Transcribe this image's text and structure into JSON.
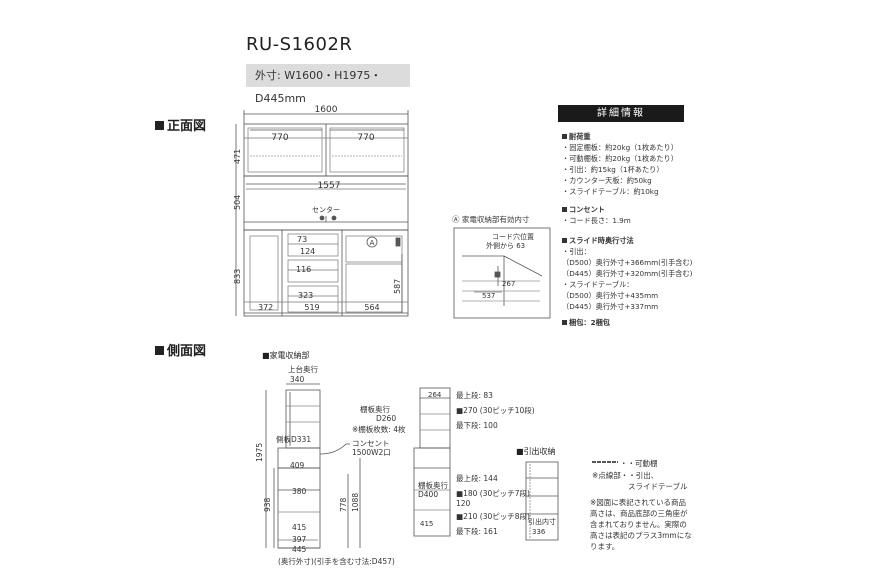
{
  "model": "RU-S1602R",
  "outer_dims": "外寸: W1600・H1975・D445mm",
  "sections": {
    "front": "正面図",
    "side": "側面図",
    "appliance": "家電収納部",
    "drawer": "引出収納"
  },
  "detail": {
    "title": "詳細情報",
    "lines": [
      {
        "text": "耐荷重",
        "head": true
      },
      {
        "text": "・固定棚板：約20kg（1枚あたり）"
      },
      {
        "text": "・可動棚板：約20kg（1枚あたり）"
      },
      {
        "text": "・引出：約15kg（1杯あたり）"
      },
      {
        "text": "・カウンター天板：約50kg"
      },
      {
        "text": "・スライドテーブル：約10kg"
      },
      {
        "text": "コンセント",
        "head": true
      },
      {
        "text": "・コード長さ：1.9m"
      },
      {
        "text": "スライド時奥行寸法",
        "head": true
      },
      {
        "text": "・引出："
      },
      {
        "text": "（D500）奥行外寸+366mm(引手含む)"
      },
      {
        "text": "（D445）奥行外寸+320mm(引手含む)"
      },
      {
        "text": "・スライドテーブル："
      },
      {
        "text": "（D500）奥行外寸+435mm"
      },
      {
        "text": "（D445）奥行外寸+337mm"
      },
      {
        "text": "梱包：2梱包",
        "head": true
      }
    ]
  },
  "front_dims": {
    "total_width": "1600",
    "upper_left": "770",
    "upper_right": "770",
    "upper_height": "471",
    "counter_width": "1557",
    "counter_height": "504",
    "center_label": "センター",
    "lower_height": "833",
    "d73": "73",
    "d124": "124",
    "d116": "116",
    "d323": "323",
    "d372": "372",
    "d519": "519",
    "d564": "564",
    "d587": "587",
    "outlet_mark": "A"
  },
  "inset": {
    "title": "Ⓐ 家電収納部有効内寸",
    "note_line1": "コード穴位置",
    "note_line2": "外側から 63",
    "d267": "267",
    "d537": "537"
  },
  "side_dims": {
    "upper_depth_label": "上台奥行",
    "upper_depth": "340",
    "total_height": "1975",
    "side_plate": "側板D331",
    "outlet_label": "コンセント",
    "outlet_spec": "1500W2口",
    "d409": "409",
    "d380": "380",
    "d938": "938",
    "d778": "778",
    "d1088": "1088",
    "d415": "415",
    "d397": "397",
    "d445": "445",
    "footnote": "(奥行外寸)(引手を含む寸法:D457)"
  },
  "shelf_dims": {
    "d264": "264",
    "top1": "最上段: 83",
    "pitch1": "■270 (30ピッチ10段)",
    "shelf_depth_label": "棚板奥行",
    "shelf_depth": "D260",
    "shelf_count": "※棚板枚数: 4枚",
    "bottom1": "最下段: 100",
    "top2": "最上段: 144",
    "pitch2": "■180 (30ピッチ7段)",
    "d120": "120",
    "pitch3": "■210 (30ピッチ8段)",
    "bottom2": "最下段: 161",
    "shelf_depth2_label": "棚板奥行",
    "shelf_depth2": "D400",
    "d415": "415"
  },
  "drawer_dims": {
    "inner_label": "引出内寸",
    "inner": "336"
  },
  "legend": {
    "line1": "・・可動棚",
    "line2": "※点線部・・引出、",
    "line3": "スライドテーブル",
    "note1": "※図面に表記されている商品",
    "note2": "高さは、商品底部の三角座が",
    "note3": "含まれておりません。実際の",
    "note4": "高さは表記のプラス3mmにな",
    "note5": "ります。"
  }
}
